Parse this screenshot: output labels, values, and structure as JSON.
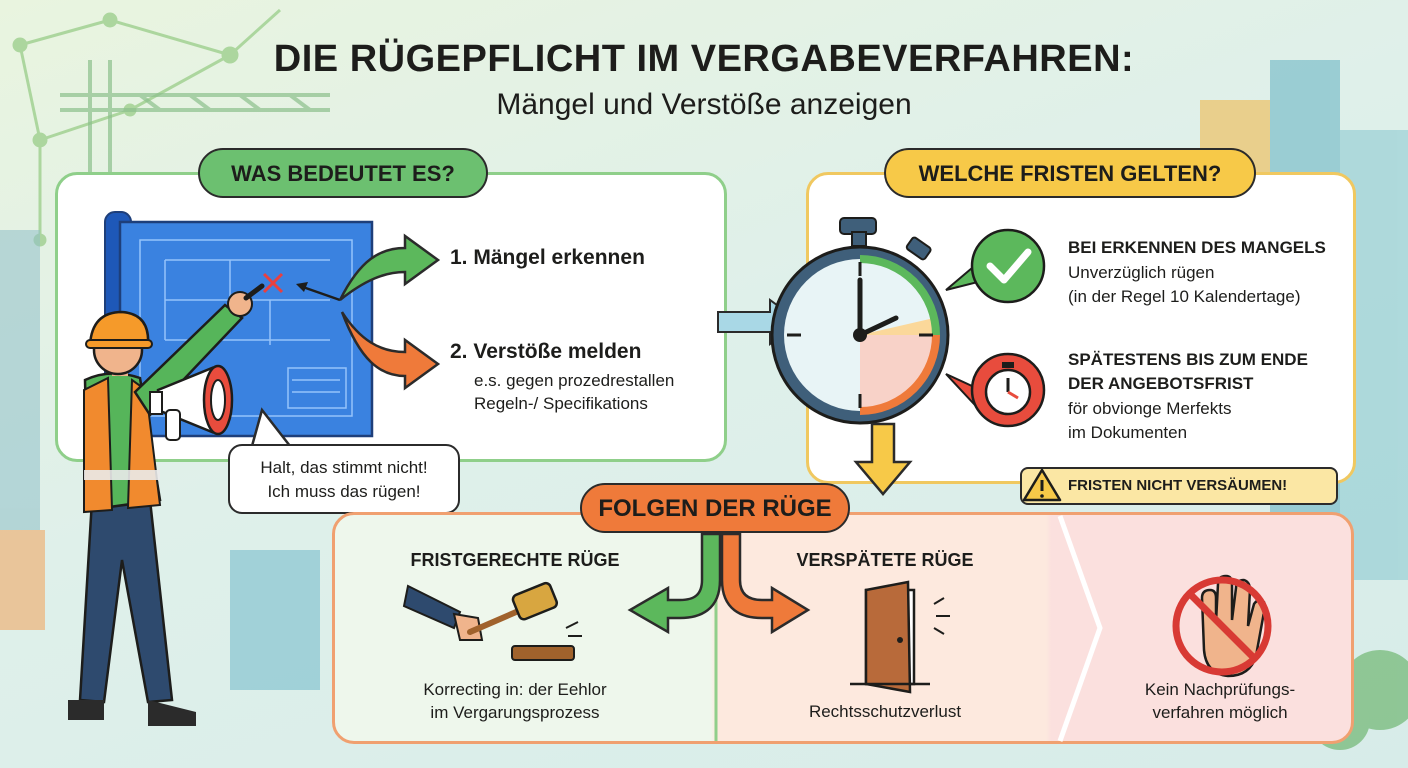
{
  "title": {
    "main": "DIE RÜGEPFLICHT IM VERGABEVERFAHREN:",
    "sub": "Mängel und Verstöße anzeigen"
  },
  "section_meaning": {
    "heading": "WAS BEDEUTET ES?",
    "step1": "1. Mängel erkennen",
    "step2": "2. Verstöße melden",
    "step2_detail_1": "e.s. gegen prozedrestallen",
    "step2_detail_2": "Regeln-/ Specifikations",
    "speech_line1": "Halt, das stimmt nicht!",
    "speech_line2": "Ich muss das rügen!"
  },
  "section_deadlines": {
    "heading": "WELCHE FRISTEN GELTEN?",
    "item1_title": "BEI ERKENNEN DES MANGELS",
    "item1_text1": "Unverzüglich rügen",
    "item1_text2": "(in der Regel 10 Kalendertage)",
    "item2_title1": "SPÄTESTENS BIS ZUM ENDE",
    "item2_title2": "DER ANGEBOTSFRIST",
    "item2_text1": "för obvionge Merfekts",
    "item2_text2": "im Dokumenten",
    "warning": "FRISTEN NICHT VERSÄUMEN!"
  },
  "section_consequences": {
    "heading": "FOLGEN DER RÜGE",
    "timely_title": "FRISTGERECHTE RÜGE",
    "timely_caption1": "Korrecting in: der Eehlor",
    "timely_caption2": "im Vergarungsprozess",
    "late_title": "VERSPÄTETE RÜGE",
    "late_caption": "Rechtsschutzverlust",
    "result_caption1": "Kein Nachprüfungs-",
    "result_caption2": "verfahren möglich"
  },
  "colors": {
    "green": "#5cb85c",
    "orange": "#ef7a3a",
    "yellow": "#f7c948",
    "blue": "#2f6fd1",
    "panel_green_border": "#8fcf8a",
    "panel_yellow_border": "#f0c860",
    "panel_orange_border": "#f0a070"
  },
  "icons": [
    "construction-worker-icon",
    "megaphone-icon",
    "blueprint-icon",
    "stopwatch-icon",
    "checkmark-icon",
    "alarm-clock-icon",
    "warning-icon",
    "gavel-icon",
    "open-door-icon",
    "stop-hand-icon"
  ]
}
